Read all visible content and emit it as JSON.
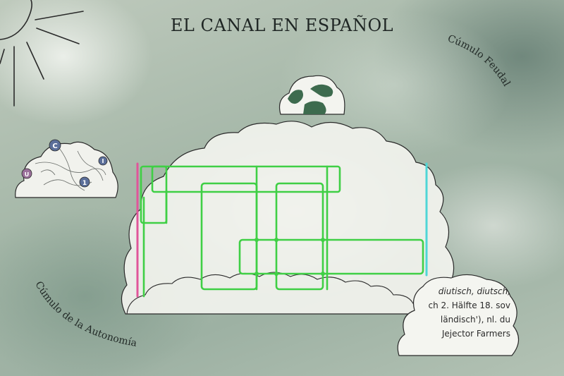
{
  "page": {
    "title": "EL CANAL EN ESPAÑOL"
  },
  "clouds": {
    "right_label": "Cúmulo Feudal",
    "left_label": "Cúmulo de la Autonomía"
  },
  "badges": {
    "b1": "C",
    "b2": "I",
    "b3": "1",
    "b4": "U"
  },
  "snippet": {
    "lines": [
      "diutisch, diutsch,",
      "ch 2. Hälfte 18. sov",
      "ländisch'), nl. du",
      "Jejector Farmers"
    ]
  },
  "colors": {
    "pink": "#e0559a",
    "green": "#3fcf45",
    "cyan": "#4fd6d6",
    "yellow": "#d5c84a",
    "sketch": "#2a2a2a",
    "dark_green": "#3d6b4e"
  },
  "icons": {
    "sun": "sun-icon",
    "map": "map-icon"
  }
}
